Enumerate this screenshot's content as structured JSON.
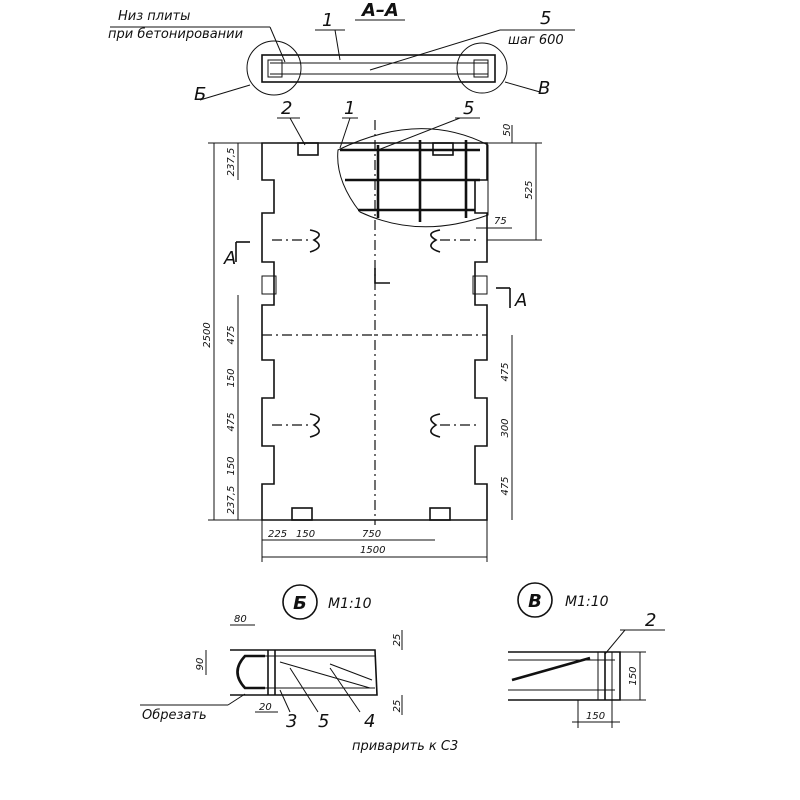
{
  "section_label": "A–A",
  "notes": {
    "slab_bottom_line1": "Низ плиты",
    "slab_bottom_line2": "при бетонировании",
    "pitch": "шаг 600",
    "trim": "Обрезать",
    "weld_to": "приварить к С3"
  },
  "callouts": {
    "c1": "1",
    "c2": "2",
    "c3": "3",
    "c4": "4",
    "c5": "5",
    "b": "Б",
    "v": "В",
    "cut_a": "А"
  },
  "details": {
    "b_title": "Б",
    "b_scale": "М1:10",
    "v_title": "В",
    "v_scale": "М1:10"
  },
  "dimensions": {
    "overall_length": "2500",
    "overall_width": "1500",
    "d_2375": "237,5",
    "d_475": "475",
    "d_150": "150",
    "d_50": "50",
    "d_525": "525",
    "d_75": "75",
    "d_300": "300",
    "d_225": "225",
    "d_750": "750",
    "d_80": "80",
    "d_90": "90",
    "d_25": "25",
    "d_20": "20"
  }
}
